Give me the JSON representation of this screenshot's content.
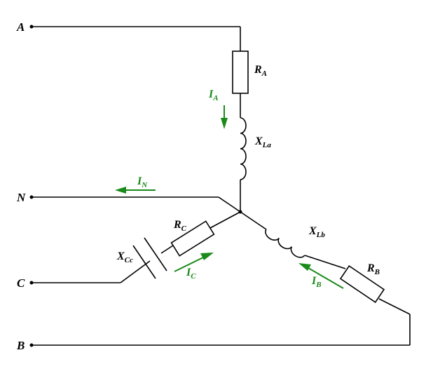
{
  "terminals": {
    "a": "A",
    "n": "N",
    "c": "C",
    "b": "B"
  },
  "components": {
    "resistor_a": {
      "symbol": "R",
      "sub": "A"
    },
    "inductor_a": {
      "symbol": "X",
      "sub": "La"
    },
    "resistor_b": {
      "symbol": "R",
      "sub": "B"
    },
    "inductor_b": {
      "symbol": "X",
      "sub": "Lb"
    },
    "resistor_c": {
      "symbol": "R",
      "sub": "C"
    },
    "capacitor_c": {
      "symbol": "X",
      "sub": "Cc"
    }
  },
  "currents": {
    "i_a": {
      "symbol": "I",
      "sub": "A"
    },
    "i_b": {
      "symbol": "I",
      "sub": "B"
    },
    "i_c": {
      "symbol": "I",
      "sub": "C"
    },
    "i_n": {
      "symbol": "I",
      "sub": "N"
    }
  },
  "colors": {
    "wire": "#000000",
    "current": "#1a8a1a"
  }
}
